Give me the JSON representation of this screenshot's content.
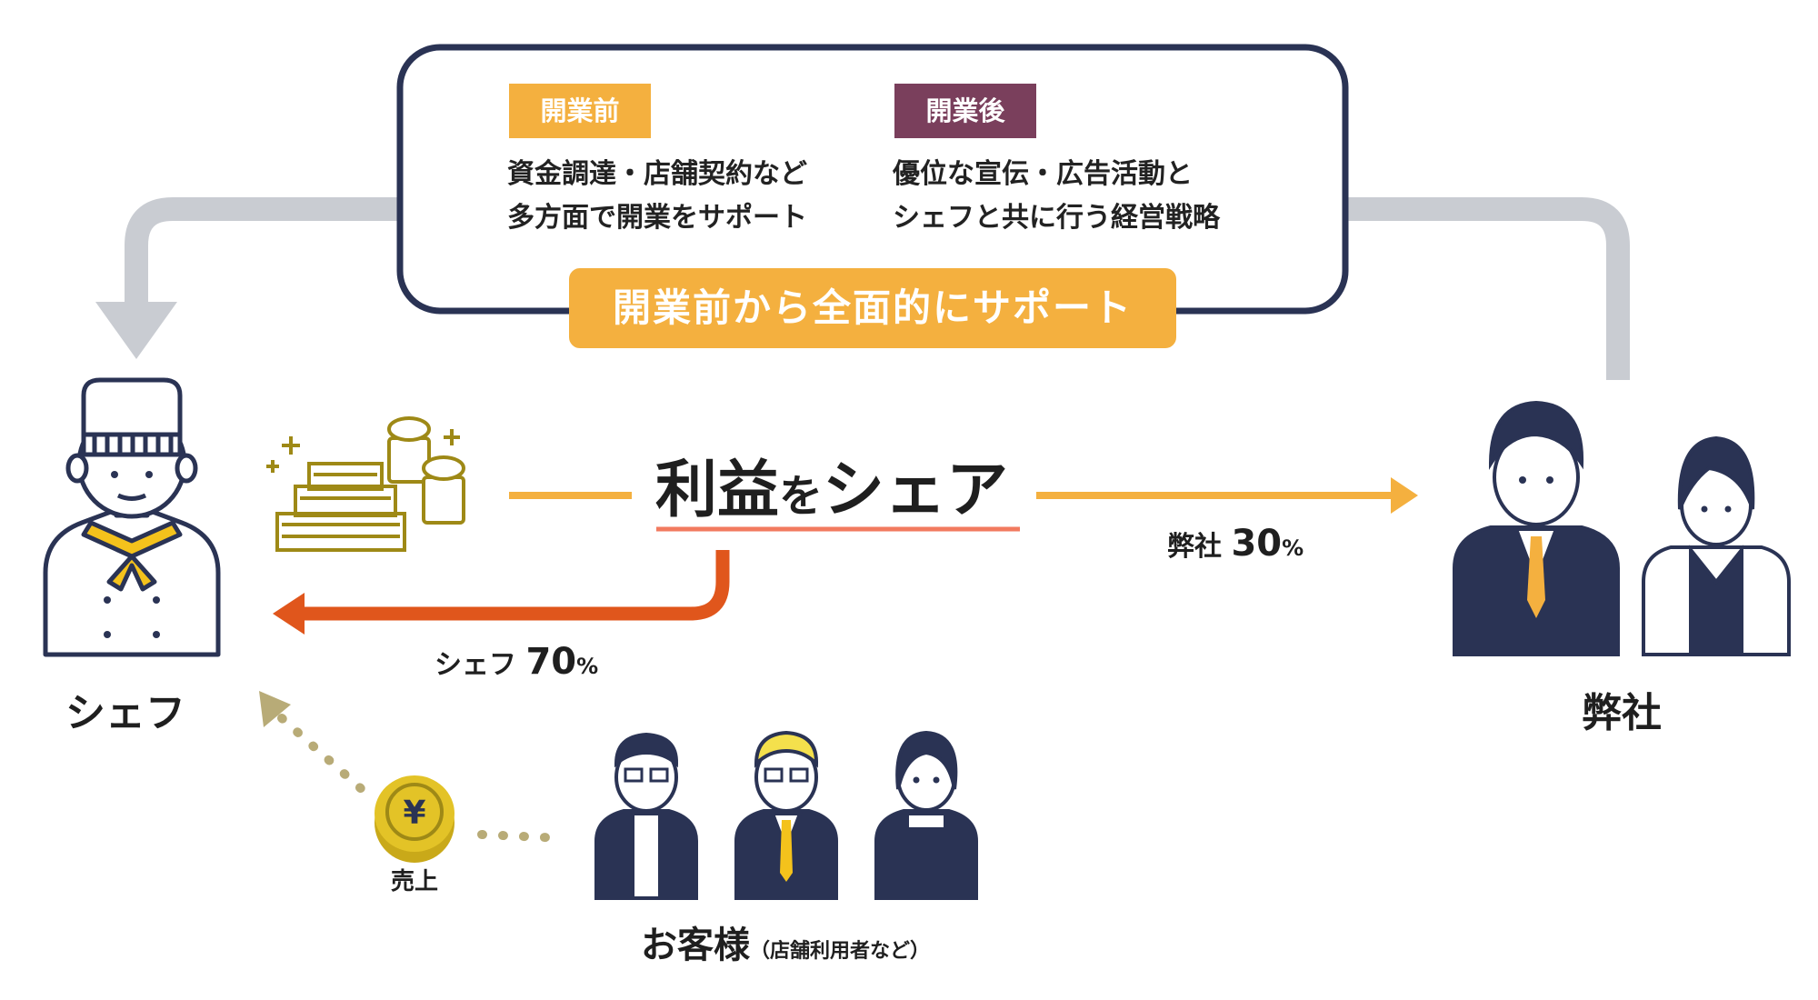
{
  "top_box": {
    "before": {
      "tag": "開業前",
      "line1": "資金調達・店舗契約など",
      "line2": "多方面で開業をサポート"
    },
    "after": {
      "tag": "開業後",
      "line1": "優位な宣伝・広告活動と",
      "line2": "シェフと共に行う経営戦略"
    },
    "banner": "開業前から全面的にサポート"
  },
  "share": {
    "main": "利益",
    "particle": "を",
    "rest": "シェア"
  },
  "company_split": {
    "label": "弊社 ",
    "value": "30",
    "unit": "%"
  },
  "chef_split": {
    "label": "シェフ ",
    "value": "70",
    "unit": "%"
  },
  "sales_label": "売上",
  "chef_label": "シェフ",
  "company_label": "弊社",
  "customers": {
    "label": "お客様",
    "sub": "（店舗利用者など）"
  },
  "colors": {
    "navy": "#2a3354",
    "orange": "#f4b03f",
    "plum": "#7a3f5c",
    "red_orange": "#e0561c",
    "gray_arrow": "#c9ccd2",
    "gold": "#9e8916",
    "coin": "#c9a919",
    "underline": "#f27a5f"
  }
}
